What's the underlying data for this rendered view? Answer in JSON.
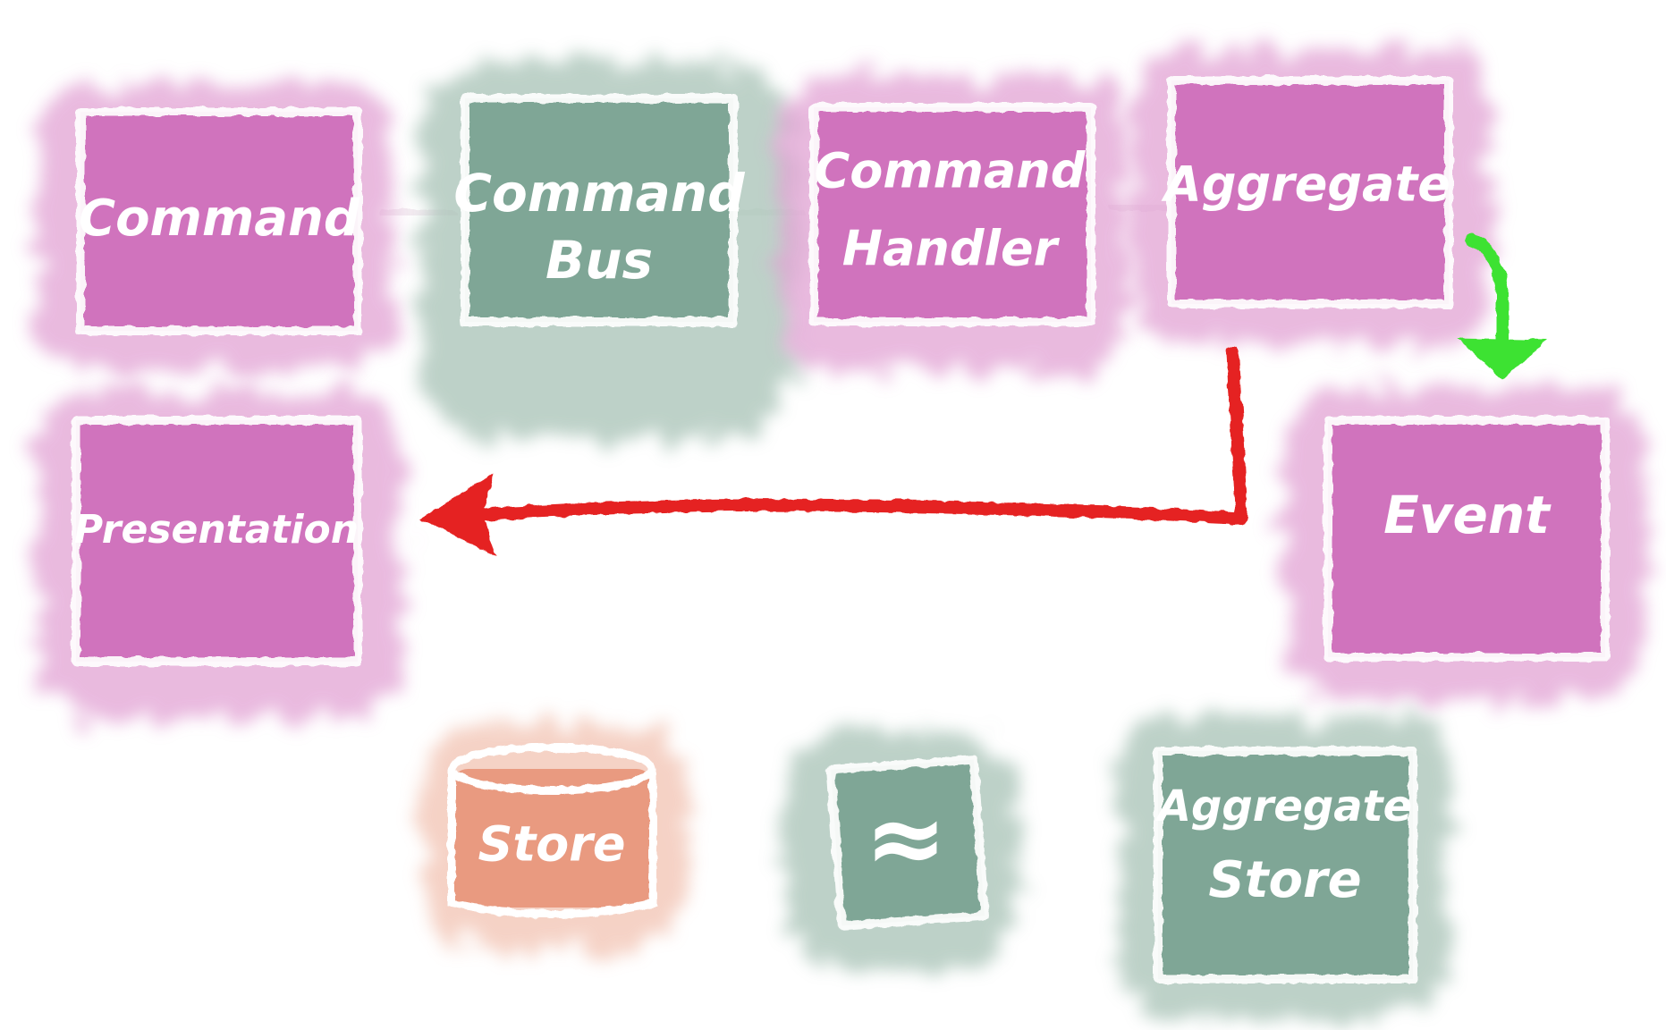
{
  "colors": {
    "magenta": "#d073bd",
    "magenta_halo": "#e2a3d4",
    "teal": "#7fa696",
    "teal_halo": "#a7c2b6",
    "orange": "#e99a80",
    "orange_halo": "#f2c3b2",
    "red_arrow": "#e52121",
    "green_arrow": "#3ee232"
  },
  "nodes": {
    "command": {
      "line1": "Command",
      "line2": "",
      "color": "magenta"
    },
    "command_bus": {
      "line1": "Command",
      "line2": "Bus",
      "color": "teal"
    },
    "command_handler": {
      "line1": "Command",
      "line2": "Handler",
      "color": "magenta"
    },
    "aggregate": {
      "line1": "Aggregate",
      "line2": "",
      "color": "magenta"
    },
    "presentation": {
      "line1": "Presentation",
      "line2": "",
      "color": "magenta"
    },
    "event": {
      "line1": "Event",
      "line2": "",
      "color": "magenta"
    },
    "store": {
      "line1": "Store",
      "line2": "",
      "color": "orange"
    },
    "approx": {
      "line1": "≈",
      "line2": "",
      "color": "teal",
      "icon": "approx-icon"
    },
    "aggregate_store": {
      "line1": "Aggregate",
      "line2": "Store",
      "color": "teal"
    }
  }
}
